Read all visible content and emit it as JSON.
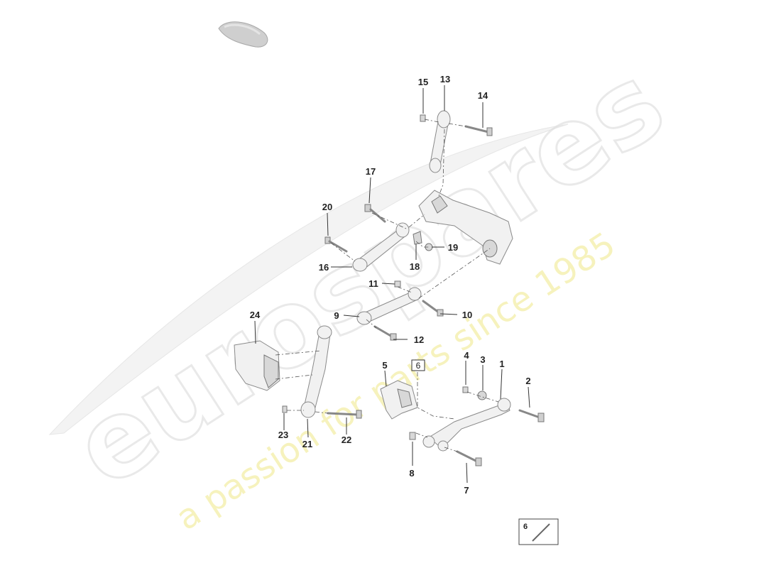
{
  "watermark": {
    "brand": "eurospares",
    "tagline": "a passion for parts since 1985"
  },
  "callouts": [
    {
      "id": "c1",
      "label": "1"
    },
    {
      "id": "c2",
      "label": "2"
    },
    {
      "id": "c3",
      "label": "3"
    },
    {
      "id": "c4",
      "label": "4"
    },
    {
      "id": "c5",
      "label": "5"
    },
    {
      "id": "c6",
      "label": "6"
    },
    {
      "id": "c7",
      "label": "7"
    },
    {
      "id": "c8",
      "label": "8"
    },
    {
      "id": "c9",
      "label": "9"
    },
    {
      "id": "c10",
      "label": "10"
    },
    {
      "id": "c11",
      "label": "11"
    },
    {
      "id": "c12",
      "label": "12"
    },
    {
      "id": "c13",
      "label": "13"
    },
    {
      "id": "c14",
      "label": "14"
    },
    {
      "id": "c15",
      "label": "15"
    },
    {
      "id": "c16",
      "label": "16"
    },
    {
      "id": "c17",
      "label": "17"
    },
    {
      "id": "c18",
      "label": "18"
    },
    {
      "id": "c19",
      "label": "19"
    },
    {
      "id": "c20",
      "label": "20"
    },
    {
      "id": "c21",
      "label": "21"
    },
    {
      "id": "c22",
      "label": "22"
    },
    {
      "id": "c23",
      "label": "23"
    },
    {
      "id": "c24",
      "label": "24"
    }
  ],
  "reference_box": {
    "label": "6"
  },
  "legend_box": {
    "label": "6"
  },
  "colors": {
    "ink": "#222222",
    "part_fill": "#f1f1f1",
    "part_stroke": "#8a8a8a",
    "watermark_grey": "#dcdcdc",
    "watermark_yellow": "#f2ec9a"
  }
}
